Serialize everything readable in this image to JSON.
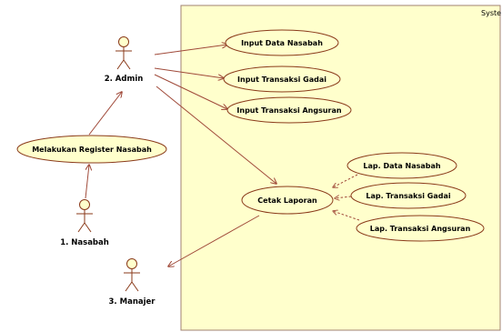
{
  "system": {
    "label": "Syste",
    "fill_color": "#FFFFCC",
    "border_color": "#A08070"
  },
  "colors": {
    "use_case_fill": "#FFFFCC",
    "use_case_stroke": "#8A3A1A",
    "connector": "#A04A3A",
    "actor_stroke": "#8A3A1A"
  },
  "actors": [
    {
      "id": "admin",
      "label": "2. Admin"
    },
    {
      "id": "nasabah",
      "label": "1. Nasabah"
    },
    {
      "id": "manajer",
      "label": "3. Manajer"
    }
  ],
  "use_cases": [
    {
      "id": "input-data-nasabah",
      "label": "Input Data Nasabah"
    },
    {
      "id": "input-transaksi-gadai",
      "label": "Input Transaksi Gadai"
    },
    {
      "id": "input-transaksi-angsuran",
      "label": "Input Transaksi Angsuran"
    },
    {
      "id": "melakukan-register-nasabah",
      "label": "Melakukan Register Nasabah"
    },
    {
      "id": "cetak-laporan",
      "label": "Cetak Laporan"
    },
    {
      "id": "lap-data-nasabah",
      "label": "Lap. Data Nasabah"
    },
    {
      "id": "lap-transaksi-gadai",
      "label": "Lap. Transaksi Gadai"
    },
    {
      "id": "lap-transaksi-angsuran",
      "label": "Lap. Transaksi Angsuran"
    }
  ]
}
